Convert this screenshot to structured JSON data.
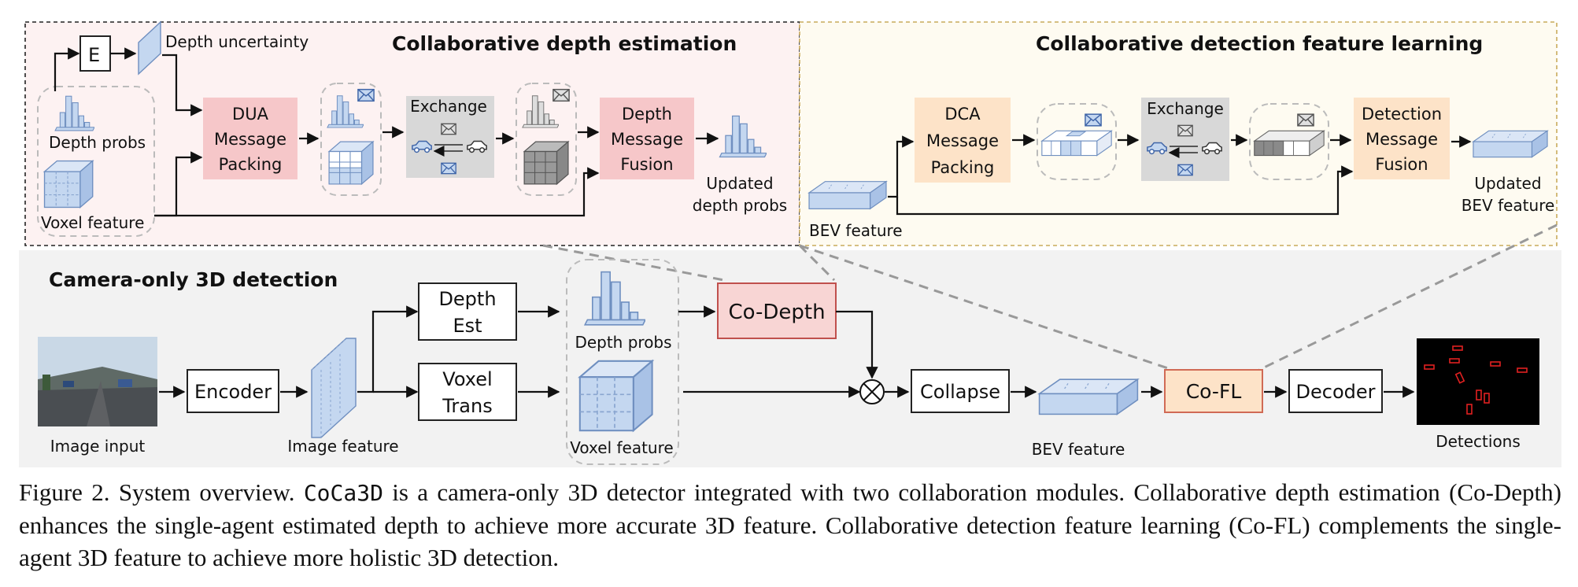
{
  "colors": {
    "depth_panel_bg": "#fdf2f2",
    "det_panel_bg": "#fefbf1",
    "bottom_panel_bg": "#f2f2f2",
    "pink_box": "#f6c7c9",
    "peach_box": "#fde3c8",
    "grey_box": "#d8d8d8",
    "codepth_fill": "#f8d5d4",
    "codepth_stroke": "#c0504d",
    "cofl_fill": "#fde3c8",
    "cofl_stroke": "#d06a55",
    "cube_blue": "#c4d7f0",
    "cube_stroke": "#6f8fc0",
    "detection_red": "#e02020"
  },
  "top_left": {
    "title": "Collaborative depth estimation",
    "e_label": "E",
    "depth_uncertainty": "Depth uncertainty",
    "depth_probs": "Depth probs",
    "voxel_feature": "Voxel feature",
    "dua": [
      "DUA",
      "Message",
      "Packing"
    ],
    "exchange": "Exchange",
    "depth_fusion": [
      "Depth",
      "Message",
      "Fusion"
    ],
    "updated_depth": [
      "Updated",
      "depth probs"
    ]
  },
  "top_right": {
    "title": "Collaborative detection feature learning",
    "dca": [
      "DCA",
      "Message",
      "Packing"
    ],
    "exchange": "Exchange",
    "det_fusion": [
      "Detection",
      "Message",
      "Fusion"
    ],
    "updated_bev": [
      "Updated",
      "BEV feature"
    ],
    "bev_feature": "BEV feature"
  },
  "bottom": {
    "title": "Camera-only 3D detection",
    "image_input": "Image input",
    "encoder": "Encoder",
    "image_feature": "Image feature",
    "depth_est": [
      "Depth",
      "Est"
    ],
    "voxel_trans": [
      "Voxel",
      "Trans"
    ],
    "depth_probs": "Depth probs",
    "voxel_feature": "Voxel feature",
    "co_depth": "Co-Depth",
    "collapse": "Collapse",
    "bev_feature": "BEV feature",
    "co_fl": "Co-FL",
    "decoder": "Decoder",
    "detections": "Detections"
  },
  "caption": {
    "prefix": "Figure 2.  System overview.  ",
    "code": "CoCa3D",
    "rest": " is a camera-only 3D detector integrated with two collaboration modules.  Collaborative depth estimation (Co-Depth) enhances the single-agent estimated depth to achieve more accurate 3D feature.  Collaborative detection feature learning (Co-FL) complements the single-agent 3D feature to achieve more holistic 3D detection."
  }
}
